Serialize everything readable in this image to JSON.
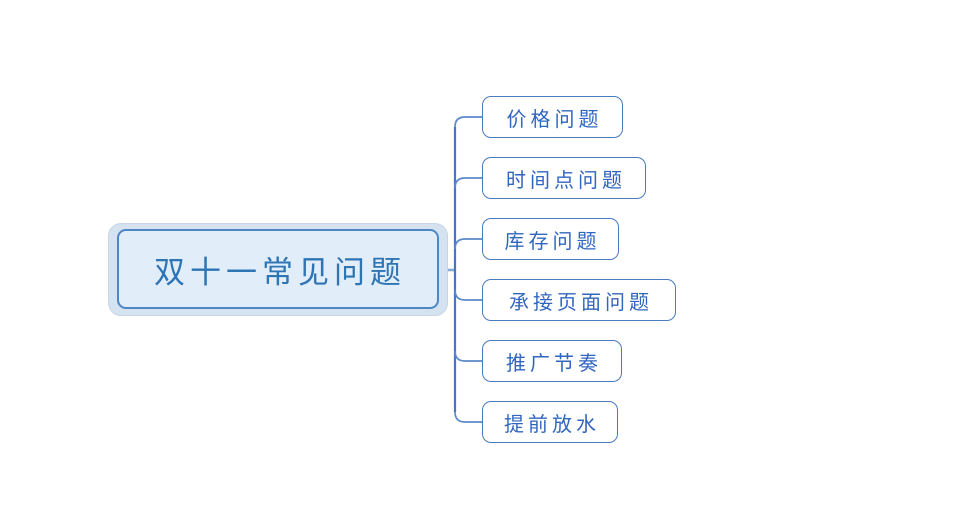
{
  "diagram": {
    "type": "mindmap",
    "root": {
      "label": "双十一常见问题"
    },
    "children": [
      {
        "label": "价格问题"
      },
      {
        "label": "时间点问题"
      },
      {
        "label": "库存问题"
      },
      {
        "label": "承接页面问题"
      },
      {
        "label": "推广节奏"
      },
      {
        "label": "提前放水"
      }
    ],
    "colors": {
      "background": "#ffffff",
      "root_fill": "#e1edf8",
      "root_halo": "#d5e2ef",
      "root_halo_border": "#c7d5e6",
      "root_border": "#4f87c4",
      "root_text": "#2e75b6",
      "child_border": "#4a7bbf",
      "child_text": "#3166bf",
      "connector": "#5b8ac8",
      "connector_trunk": "#4577b9",
      "connector_stub": "#85a9d6"
    }
  }
}
